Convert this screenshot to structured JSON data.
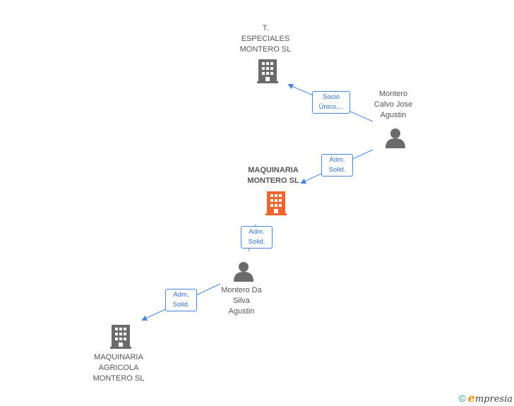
{
  "nodes": {
    "t_especiales": {
      "lines": [
        "T.",
        "ESPECIALES",
        "MONTERO SL"
      ],
      "type": "company",
      "color": "#6b6b6b"
    },
    "maquinaria_montero": {
      "lines": [
        "MAQUINARIA",
        "MONTERO SL"
      ],
      "type": "company",
      "color": "#f0642d"
    },
    "maquinaria_agricola": {
      "lines": [
        "MAQUINARIA",
        "AGRICOLA",
        "MONTERO SL"
      ],
      "type": "company",
      "color": "#6b6b6b"
    },
    "montero_calvo": {
      "lines": [
        "Montero",
        "Calvo Jose",
        "Agustin"
      ],
      "type": "person",
      "color": "#6b6b6b"
    },
    "montero_da_silva": {
      "lines": [
        "Montero Da",
        "Silva",
        "Agustin"
      ],
      "type": "person",
      "color": "#6b6b6b"
    }
  },
  "edges": {
    "socio_unico": {
      "lines": [
        "Socio",
        "Único,..."
      ]
    },
    "adm_1": {
      "lines": [
        "Adm.",
        "Solid."
      ]
    },
    "adm_2": {
      "lines": [
        "Adm.",
        "Solid."
      ]
    },
    "adm_3": {
      "lines": [
        "Adm.",
        "Solid."
      ]
    }
  },
  "colors": {
    "edge": "#4a86d8",
    "accent": "#f0642d",
    "icon": "#6b6b6b"
  },
  "footer": {
    "copyright": "©",
    "brand_e": "e",
    "brand_rest": "mpresia"
  }
}
